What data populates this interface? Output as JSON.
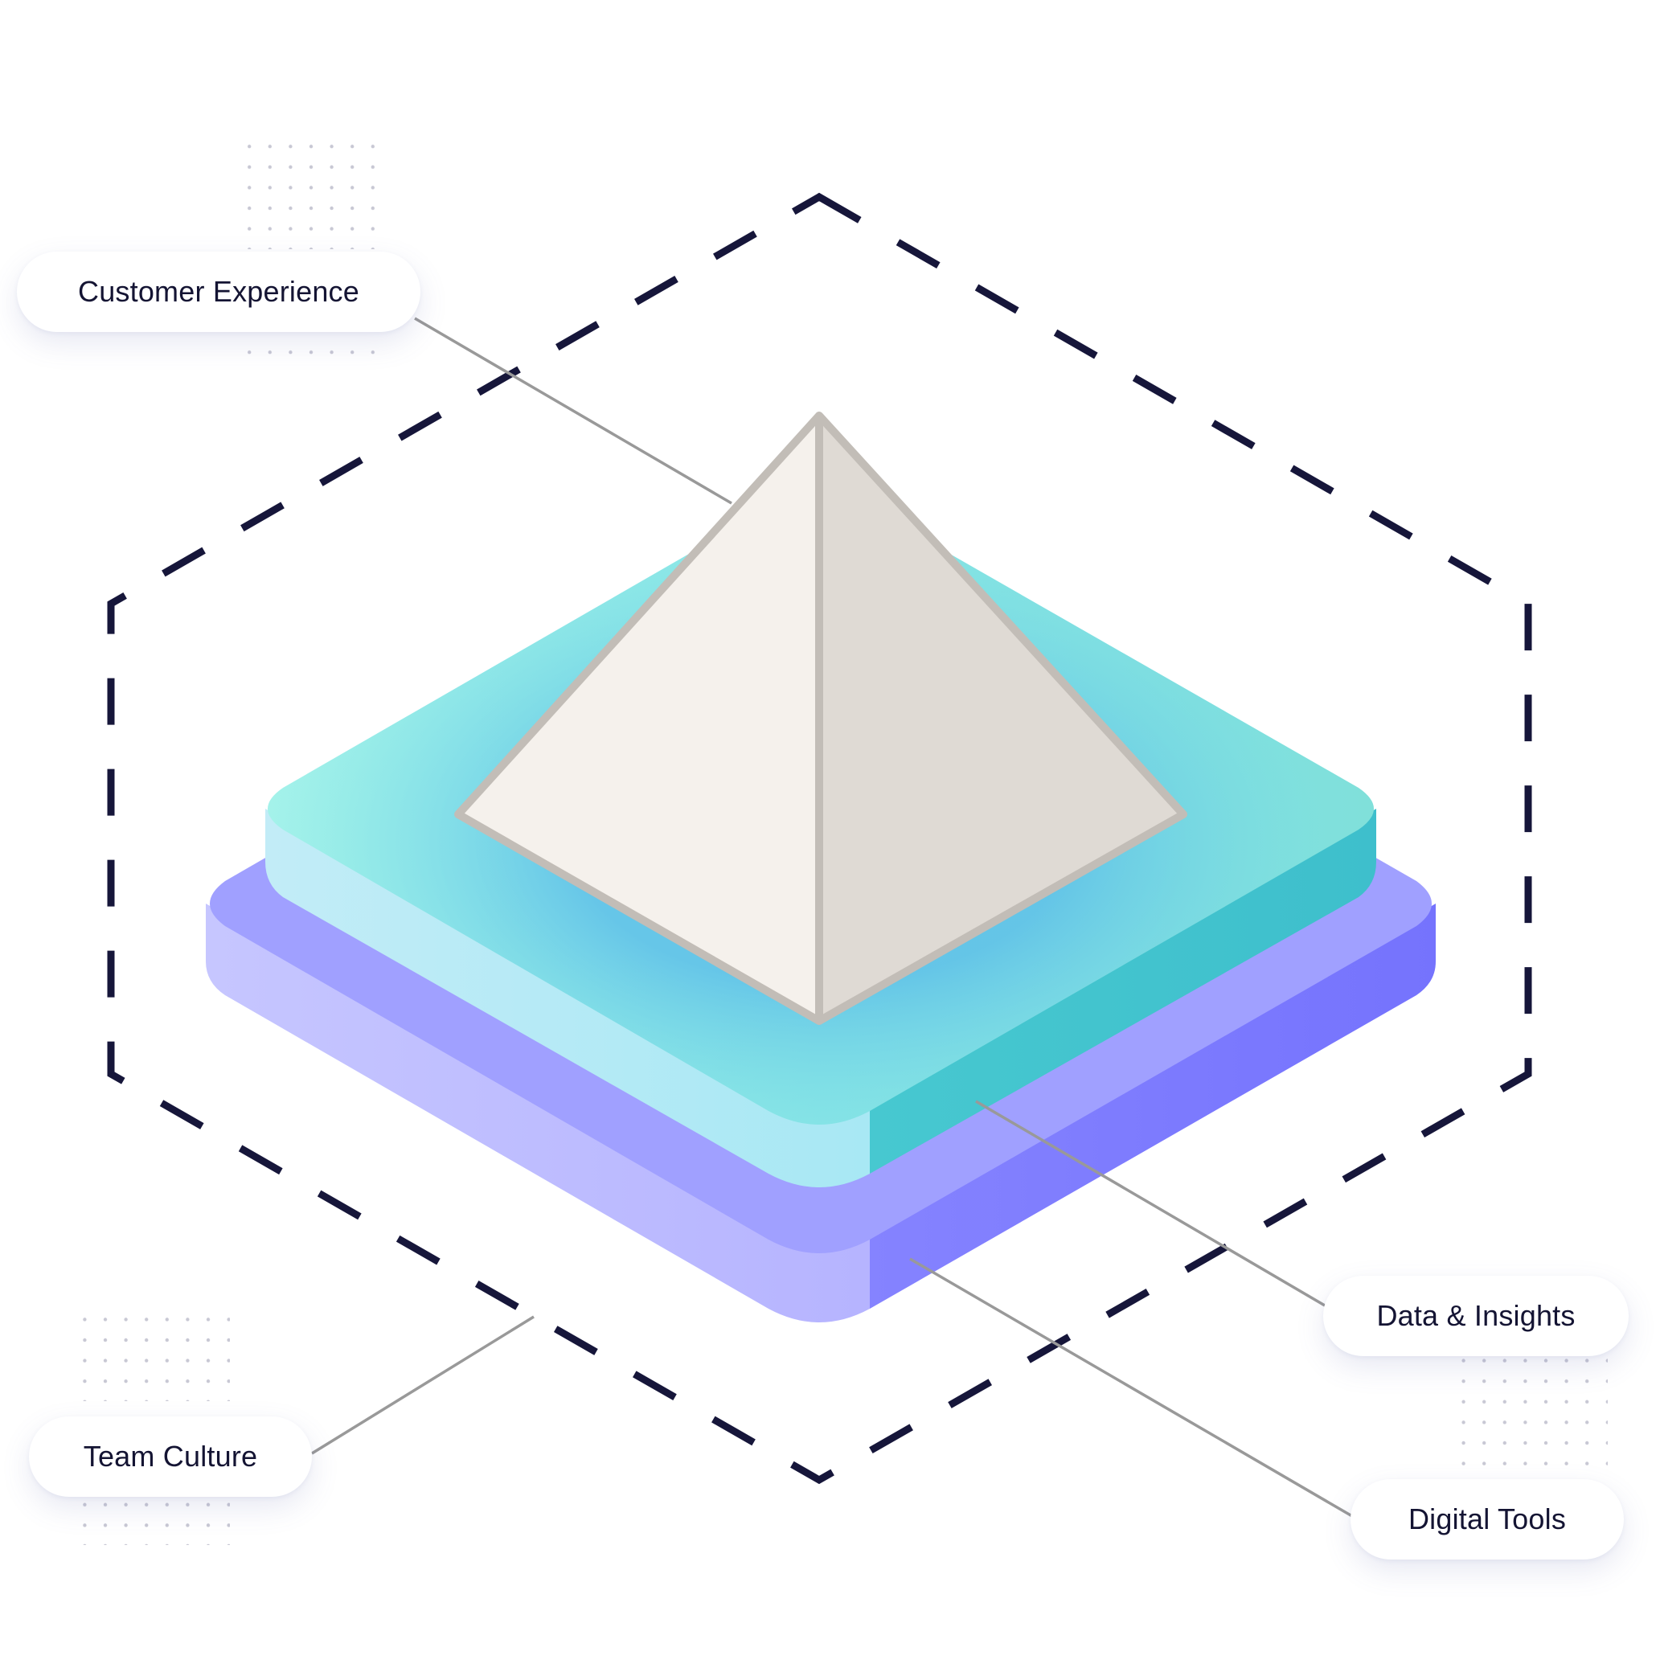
{
  "labels": {
    "customer_experience": "Customer Experience",
    "team_culture": "Team Culture",
    "data_insights": "Data & Insights",
    "digital_tools": "Digital Tools"
  },
  "colors": {
    "outline_dash": "#16163a",
    "connector_line": "#999999",
    "label_text": "#141433",
    "pyramid_left": "#f5f1ec",
    "pyramid_right": "#dfdad4",
    "pyramid_edge": "#c2bdb7",
    "teal_top": "#8aebe4",
    "teal_side_left": "#bdebf5",
    "teal_side_right": "#44c6ce",
    "purple_top": "#a0a0ff",
    "purple_side_left": "#c3c2ff",
    "purple_side_right": "#7a78fe",
    "dot_grid": "#c8c8d4"
  }
}
